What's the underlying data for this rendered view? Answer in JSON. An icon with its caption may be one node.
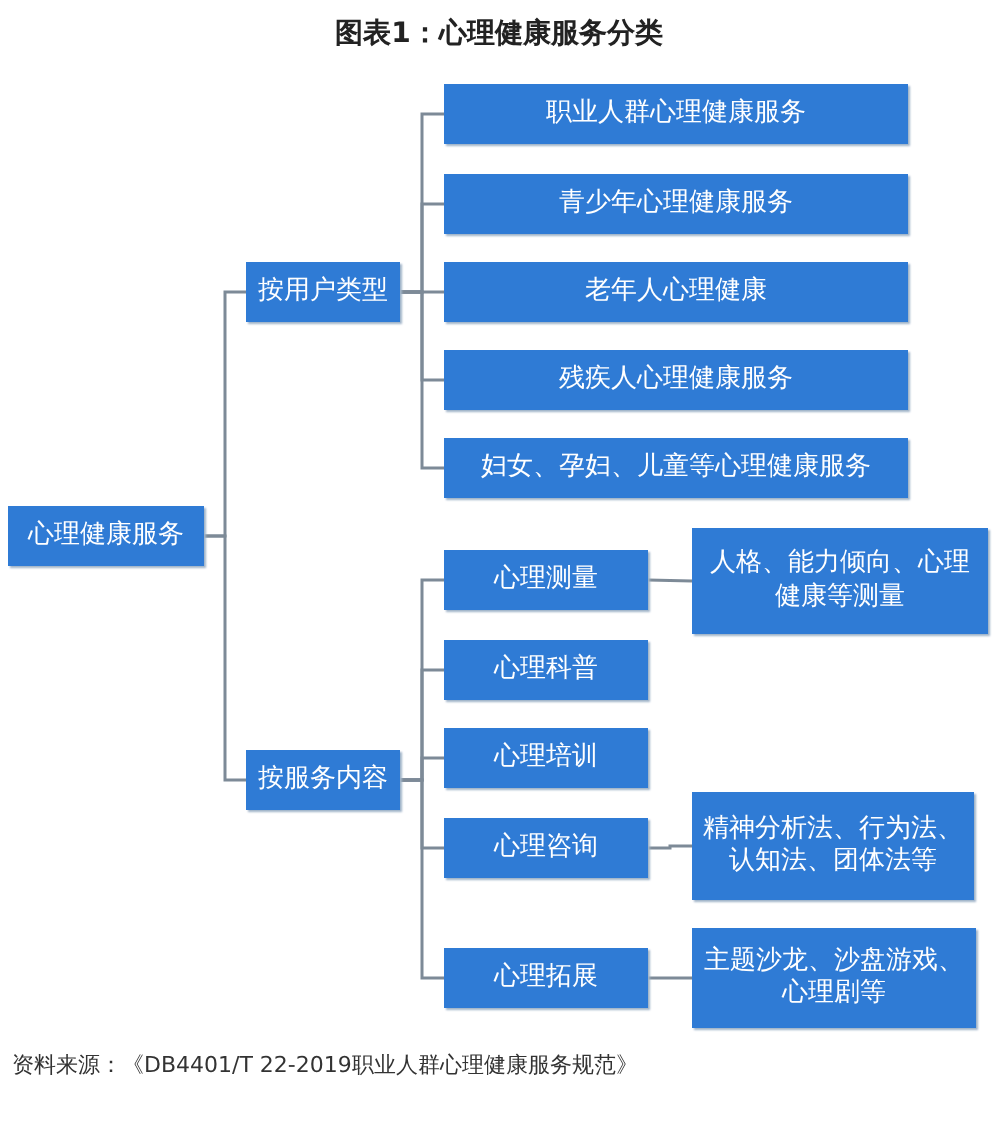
{
  "diagram": {
    "title": "图表1：心理健康服务分类",
    "caption": "资料来源：《DB4401/T 22-2019职业人群心理健康服务规范》",
    "nodes": [
      {
        "text": [
          "心理健康服务"
        ]
      },
      {
        "text": [
          "按用户类型"
        ]
      },
      {
        "text": [
          "职业人群心理健康服务"
        ]
      },
      {
        "text": [
          "青少年心理健康服务"
        ]
      },
      {
        "text": [
          "老年人心理健康"
        ]
      },
      {
        "text": [
          "残疾人心理健康服务"
        ]
      },
      {
        "text": [
          "妇女、孕妇、儿童等心理健康服务"
        ]
      },
      {
        "text": [
          "按服务内容"
        ]
      },
      {
        "text": [
          "心理测量"
        ]
      },
      {
        "text": [
          "人格、能力倾向、心理健康等测量"
        ]
      },
      {
        "text": [
          "心理科普"
        ]
      },
      {
        "text": [
          "心理培训"
        ]
      },
      {
        "text": [
          "心理咨询"
        ]
      },
      {
        "text": [
          "精神分析法、行为法、认知法、团体法等"
        ]
      },
      {
        "text": [
          "心理拓展"
        ]
      },
      {
        "text": [
          "主题沙龙、沙盘游戏、心理剧等"
        ]
      }
    ],
    "edges": [
      {
        "from": 0,
        "to": 1,
        "arrow": "none"
      },
      {
        "from": 0,
        "to": 7,
        "arrow": "none"
      },
      {
        "from": 1,
        "to": 2,
        "arrow": "none"
      },
      {
        "from": 1,
        "to": 3,
        "arrow": "none"
      },
      {
        "from": 1,
        "to": 4,
        "arrow": "none"
      },
      {
        "from": 1,
        "to": 5,
        "arrow": "none"
      },
      {
        "from": 1,
        "to": 6,
        "arrow": "none"
      },
      {
        "from": 7,
        "to": 8,
        "arrow": "none"
      },
      {
        "from": 7,
        "to": 10,
        "arrow": "none"
      },
      {
        "from": 7,
        "to": 11,
        "arrow": "none"
      },
      {
        "from": 7,
        "to": 12,
        "arrow": "none"
      },
      {
        "from": 7,
        "to": 14,
        "arrow": "none"
      },
      {
        "from": 8,
        "to": 9,
        "arrow": "none"
      },
      {
        "from": 12,
        "to": 13,
        "arrow": "none"
      },
      {
        "from": 14,
        "to": 15,
        "arrow": "none"
      }
    ]
  }
}
